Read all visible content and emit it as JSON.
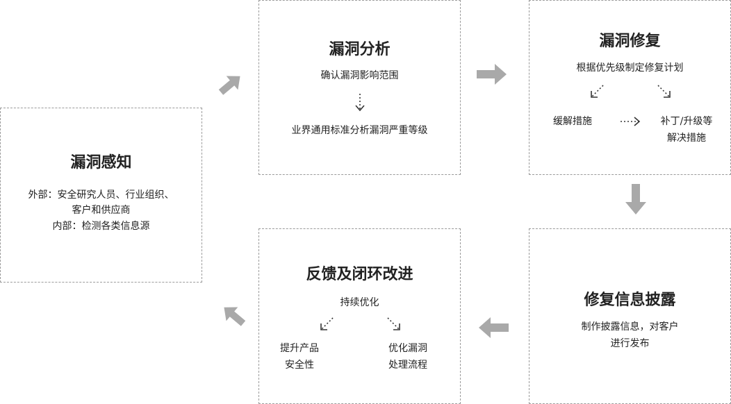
{
  "perception": {
    "title": "漏洞感知",
    "line1": "外部：安全研究人员、行业组织、",
    "line2": "客户和供应商",
    "line3": "内部：检测各类信息源"
  },
  "analysis": {
    "title": "漏洞分析",
    "step1": "确认漏洞影响范围",
    "step2": "业界通用标准分析漏洞严重等级"
  },
  "repair": {
    "title": "漏洞修复",
    "subtitle": "根据优先级制定修复计划",
    "left": "缓解措施",
    "right_line1": "补丁/升级等",
    "right_line2": "解决措施"
  },
  "disclosure": {
    "title": "修复信息披露",
    "line1": "制作披露信息，对客户",
    "line2": "进行发布"
  },
  "feedback": {
    "title": "反馈及闭环改进",
    "subtitle": "持续优化",
    "left_line1": "提升产品",
    "left_line2": "安全性",
    "right_line1": "优化漏洞",
    "right_line2": "处理流程"
  },
  "colors": {
    "arrow": "#a9a9a9",
    "border": "#9a9a9a",
    "text": "#222222"
  }
}
